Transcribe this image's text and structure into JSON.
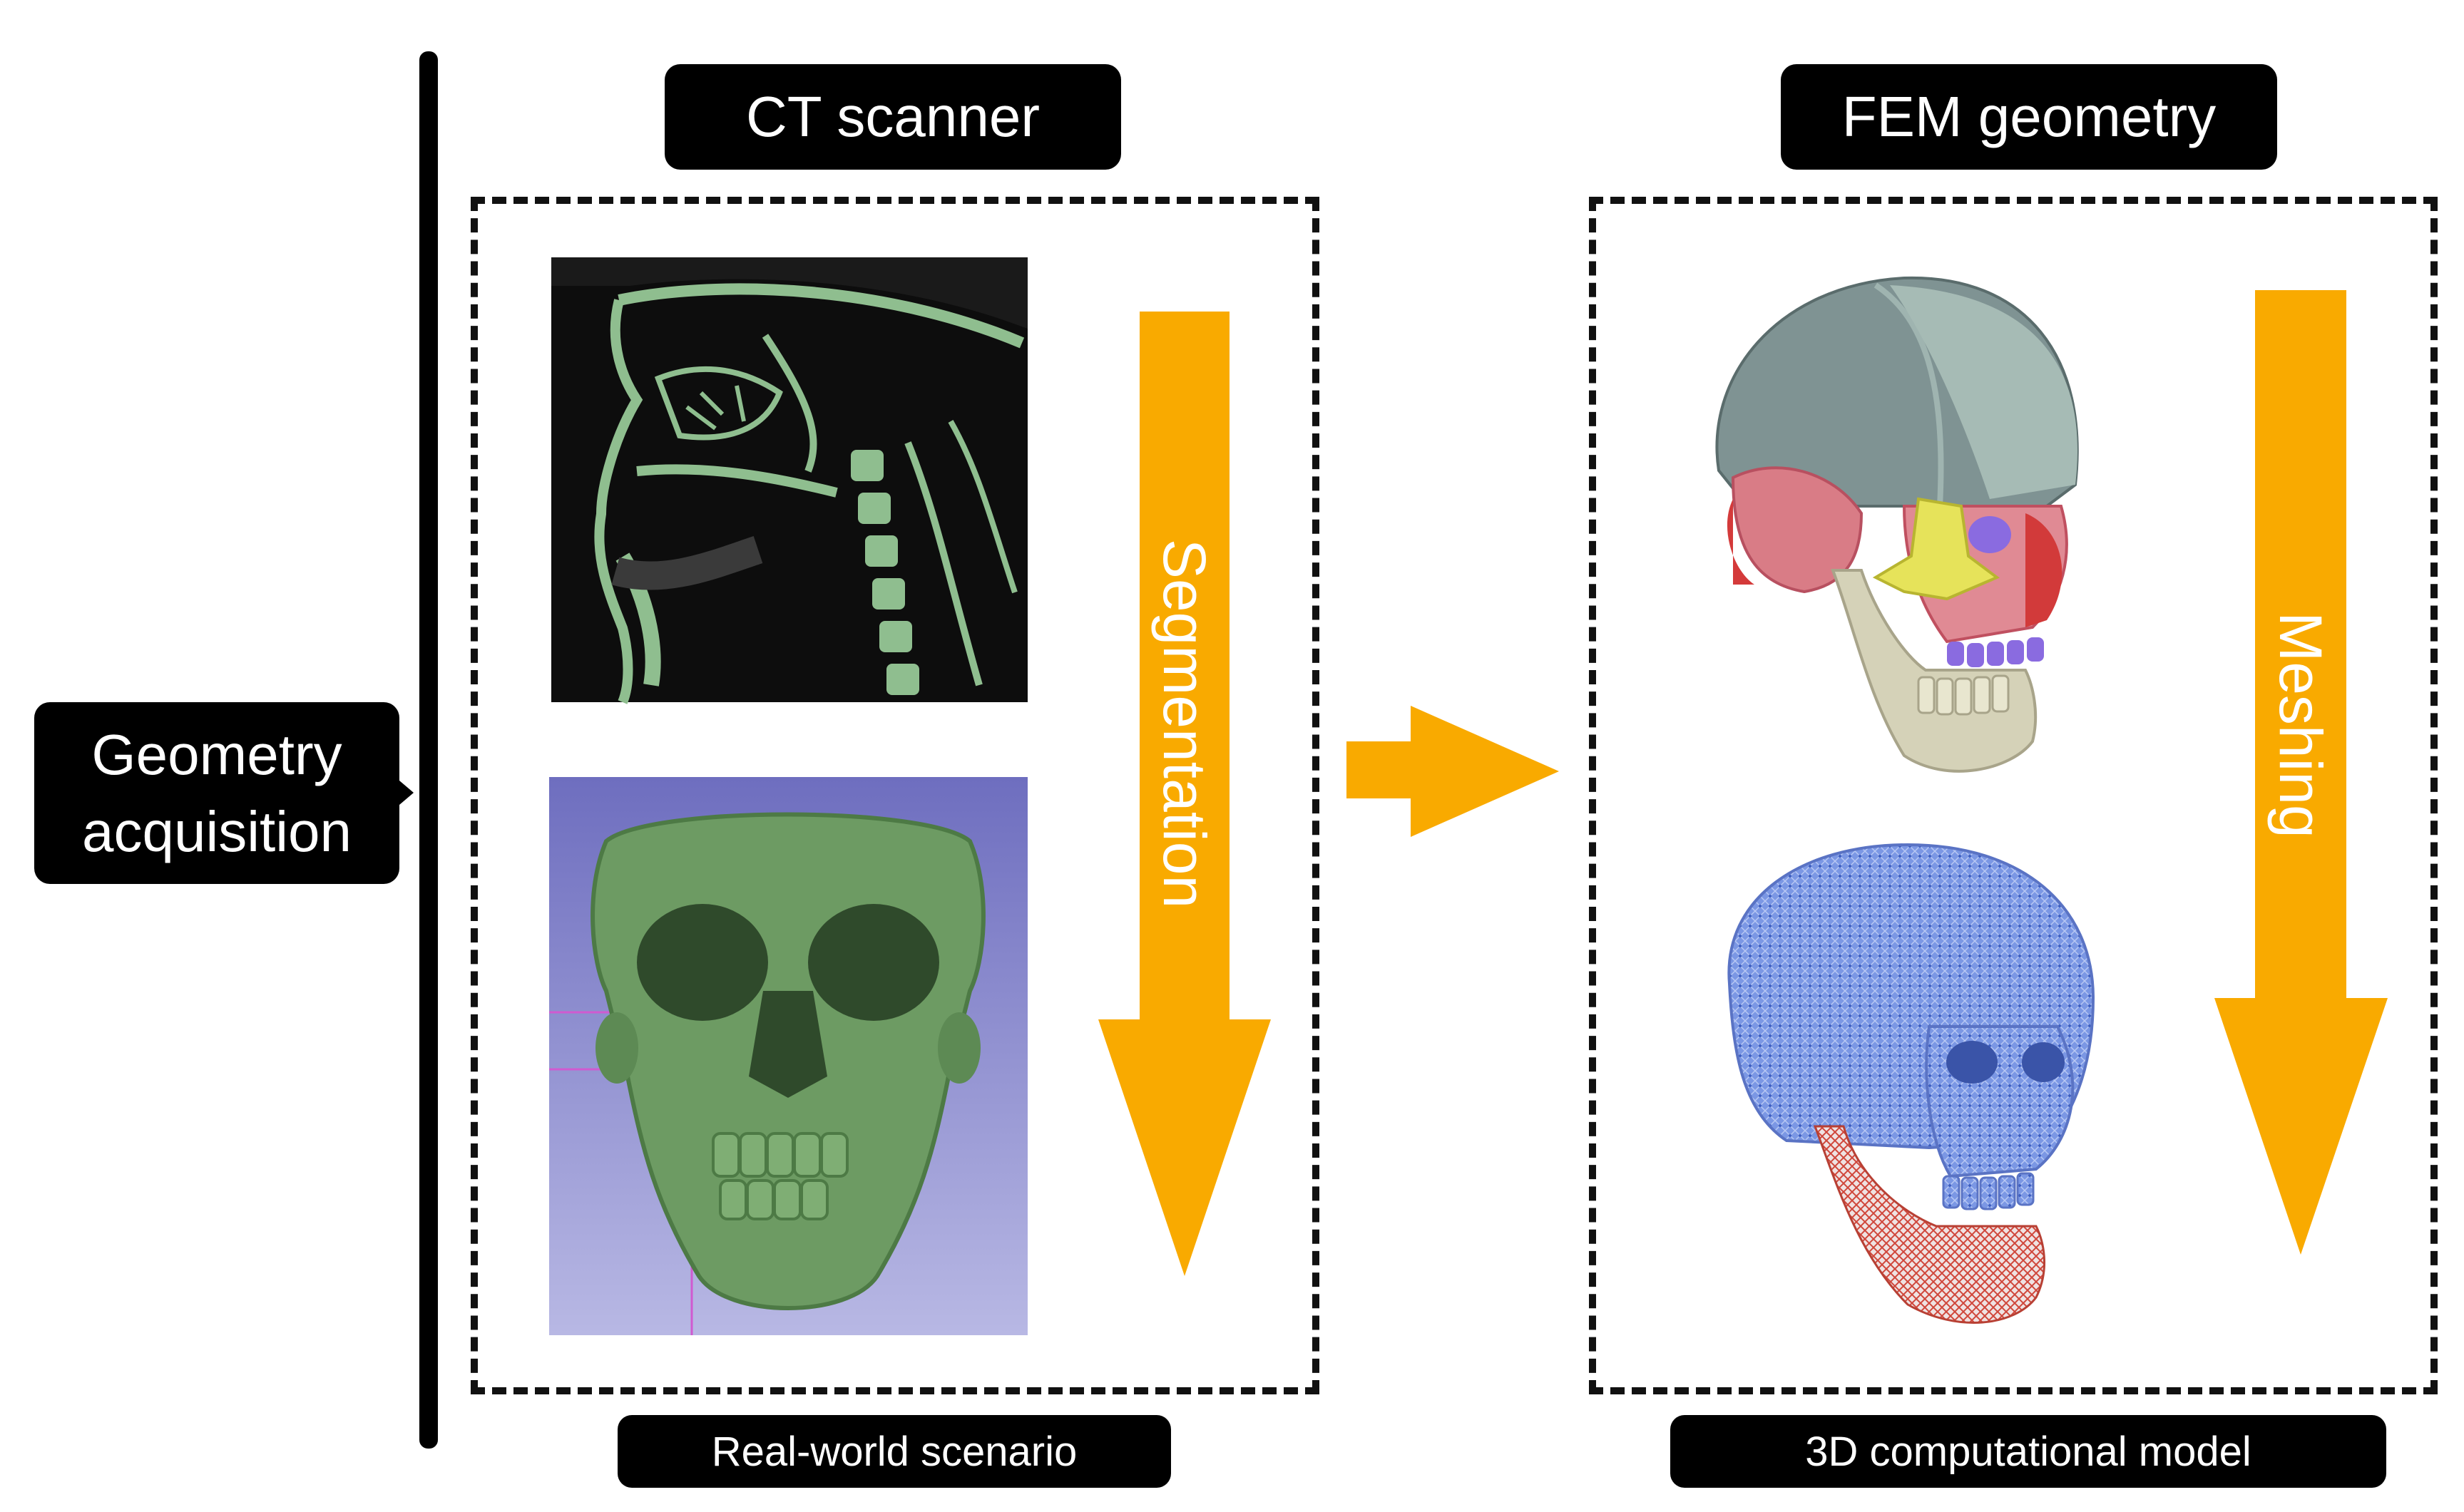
{
  "left_label": {
    "line1": "Geometry",
    "line2": "acquisition"
  },
  "panel_left": {
    "title": "CT scanner",
    "caption": "Real-world scenario",
    "arrow_label": "Segmentation",
    "images": [
      "sagittal-ct-slice",
      "segmented-skull-render"
    ]
  },
  "panel_right": {
    "title": "FEM geometry",
    "caption": "3D computational model",
    "arrow_label": "Meshing",
    "images": [
      "segmented-skull-model",
      "meshed-skull-model"
    ]
  },
  "colors": {
    "arrow": "#F9AA00",
    "label_bg": "#000000",
    "ct_bg": "#0d0d0d",
    "bone_green": "#8fbe8f",
    "render_bg": "#7f7fc4",
    "skull_green": "#6d9b63",
    "mesh_blue": "#6f8fe0",
    "mesh_red": "#d0463a"
  }
}
